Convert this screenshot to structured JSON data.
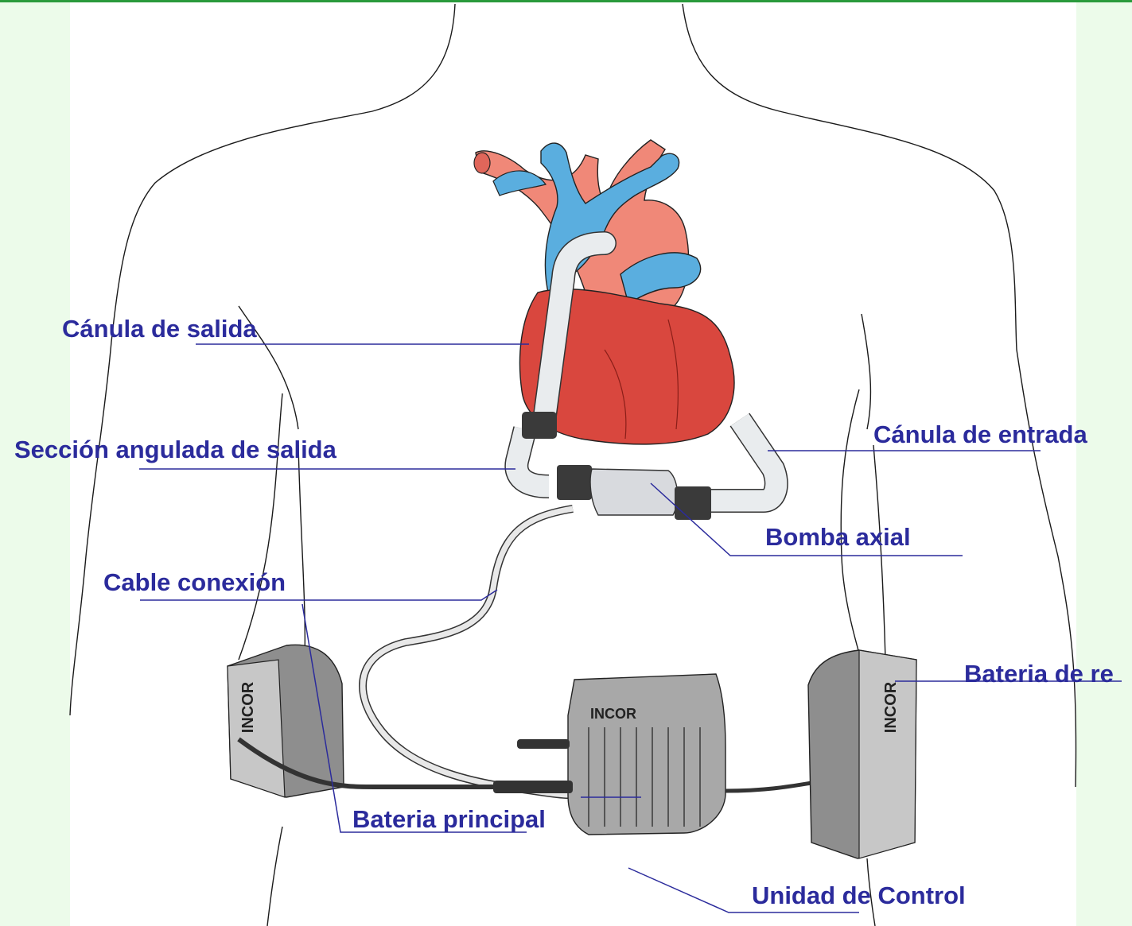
{
  "labels": {
    "outflow_cannula": "Cánula de salida",
    "angled_outflow": "Sección angulada de salida",
    "inflow_cannula": "Cánula de entrada",
    "axial_pump": "Bomba axial",
    "connection_cable": "Cable conexión",
    "backup_battery": "Bateria de re",
    "main_battery": "Bateria principal",
    "control_unit": "Unidad de Control"
  },
  "device_brand": "INCOR",
  "colors": {
    "label_text": "#2b2b9c",
    "leader_line": "#2b2b9c",
    "background": "#ecfbea",
    "panel": "#ffffff",
    "top_border": "#2a9a3c",
    "heart_red": "#d9473e",
    "aorta_pink": "#f08878",
    "veins_blue": "#5aaedf",
    "device_grey": "#8e8e8e"
  }
}
